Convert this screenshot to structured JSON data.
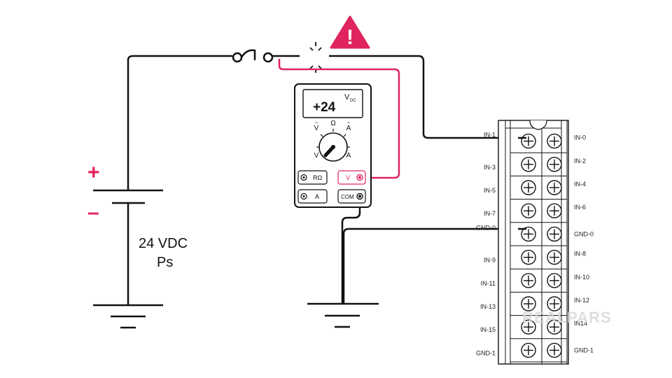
{
  "power_supply": {
    "plus_sign": "+",
    "minus_sign": "–",
    "voltage_label": "24 VDC",
    "name_label": "Ps"
  },
  "warning": {
    "glyph": "!"
  },
  "multimeter": {
    "display_value": "+24",
    "display_unit_main": "V",
    "display_unit_sub": "DC",
    "dial": {
      "top_left": "V",
      "top_center": "Ω",
      "top_right": "A",
      "bottom_left": "V",
      "bottom_right": "A"
    },
    "jacks": {
      "ohm": "RΩ",
      "amp": "A",
      "volt": "V",
      "com": "COM"
    }
  },
  "terminal_block": {
    "left_labels": [
      "IN-1",
      "IN-3",
      "IN-5",
      "IN-7",
      "GND-0",
      "IN-9",
      "IN-11",
      "IN-13",
      "IN-15",
      "GND-1"
    ],
    "right_labels": [
      "IN-0",
      "IN-2",
      "IN-4",
      "IN-6",
      "GND-0",
      "IN-8",
      "IN-10",
      "IN-12",
      "IN14",
      "GND-1"
    ]
  },
  "watermark": "REALPARS",
  "colors": {
    "accent": "#e0245e",
    "wire": "#111111",
    "watermark": "#d9d9d9"
  }
}
